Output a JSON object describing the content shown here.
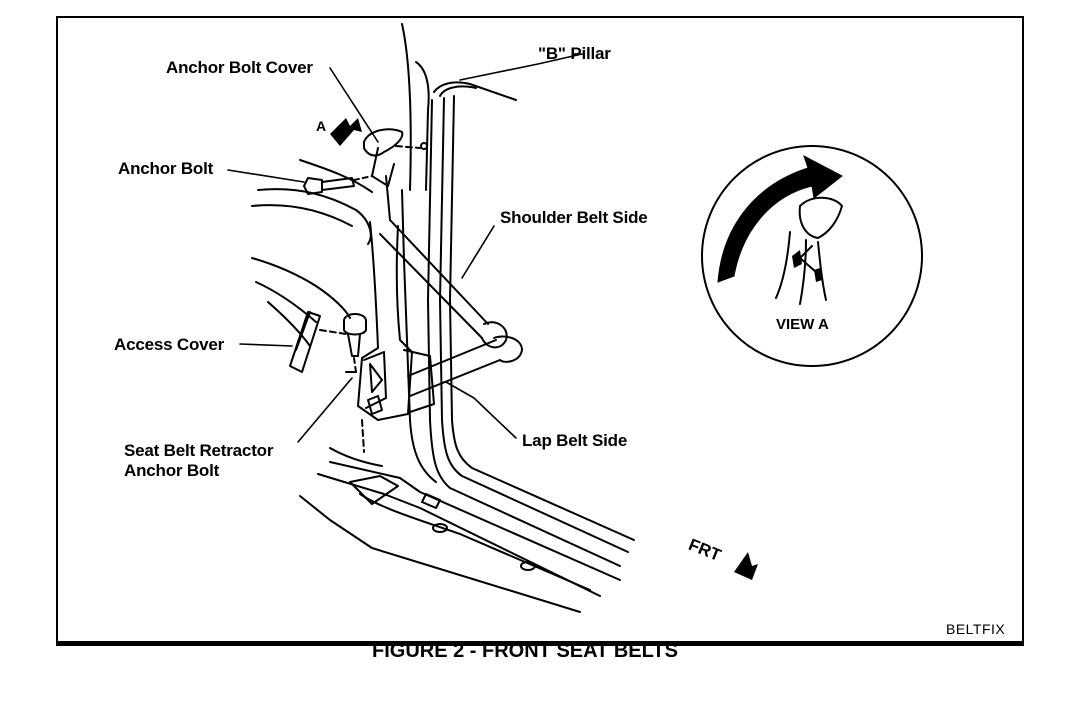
{
  "labels": {
    "anchor_bolt_cover": "Anchor Bolt Cover",
    "b_pillar": "\"B\" Pillar",
    "anchor_bolt": "Anchor Bolt",
    "shoulder_belt_side": "Shoulder Belt Side",
    "access_cover": "Access Cover",
    "retractor_line1": "Seat Belt Retractor",
    "retractor_line2": "Anchor Bolt",
    "lap_belt_side": "Lap Belt Side",
    "view_a": "VIEW  A",
    "view_marker": "A",
    "frt": "FRT"
  },
  "code": "BELTFIX",
  "caption": "FIGURE 2 - FRONT SEAT BELTS"
}
